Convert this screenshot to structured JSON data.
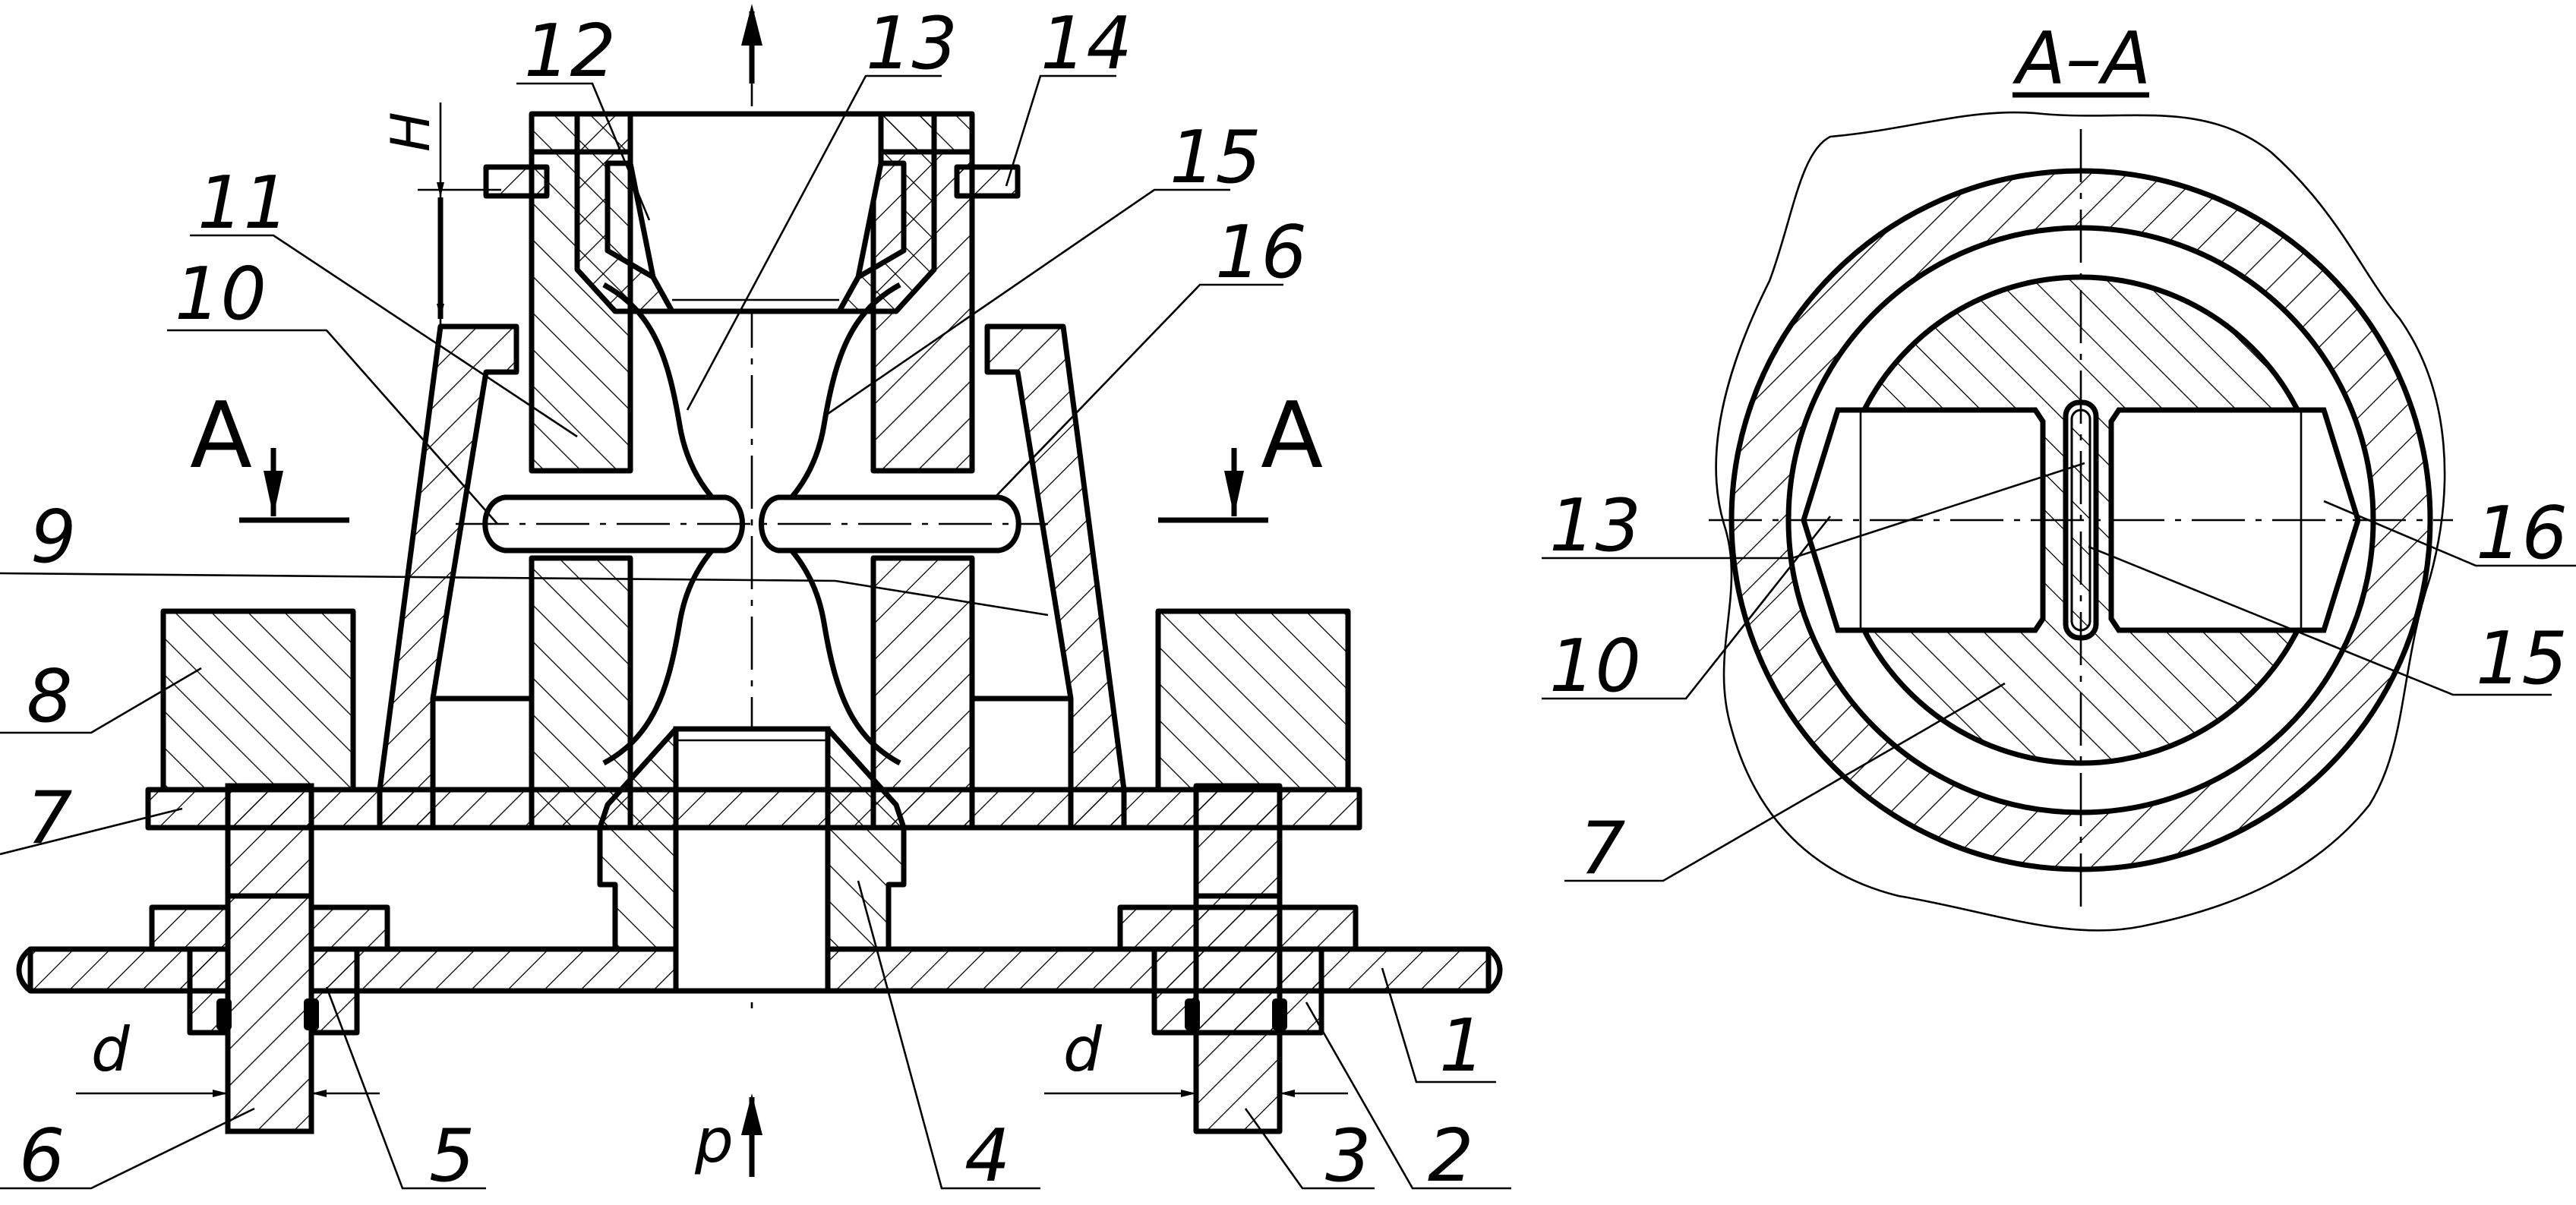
{
  "section_title": "А–А",
  "section_arrows": [
    "А",
    "А"
  ],
  "callouts_main": [
    "1",
    "2",
    "3",
    "4",
    "5",
    "6",
    "7",
    "8",
    "9",
    "10",
    "11",
    "12",
    "13",
    "14",
    "15",
    "16"
  ],
  "callouts_section": [
    "7",
    "10",
    "13",
    "15",
    "16"
  ],
  "dimension_labels": {
    "height": "H",
    "diameter_left": "d",
    "diameter_right": "d",
    "pressure": "p"
  }
}
